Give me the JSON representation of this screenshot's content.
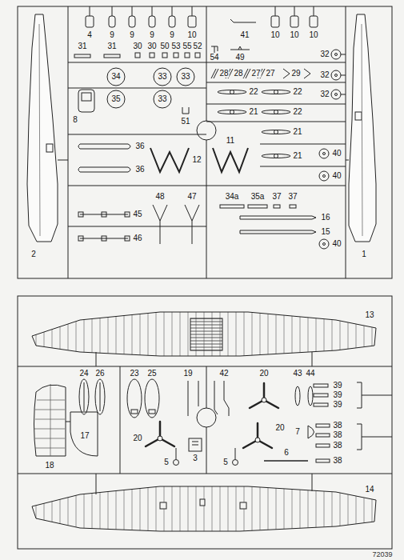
{
  "diagram": {
    "labels": [
      "4",
      "9",
      "9",
      "9",
      "9",
      "10",
      "41",
      "10",
      "10",
      "10",
      "31",
      "31",
      "30",
      "30",
      "50",
      "53",
      "55",
      "52",
      "32",
      "54",
      "49",
      "28",
      "28",
      "27",
      "27",
      "29",
      "32",
      "34",
      "33",
      "33",
      "22",
      "22",
      "32",
      "35",
      "33",
      "21",
      "22",
      "51",
      "8",
      "21",
      "36",
      "11",
      "40",
      "21",
      "12",
      "36",
      "40",
      "48",
      "47",
      "34a",
      "35a",
      "37",
      "37",
      "45",
      "16",
      "15",
      "46",
      "40",
      "2",
      "1",
      "13",
      "24",
      "26",
      "23",
      "25",
      "19",
      "42",
      "20",
      "43",
      "44",
      "39",
      "39",
      "39",
      "7",
      "38",
      "38",
      "17",
      "20",
      "20",
      "38",
      "6",
      "3",
      "5",
      "5",
      "38",
      "18",
      "14",
      "72039"
    ]
  }
}
